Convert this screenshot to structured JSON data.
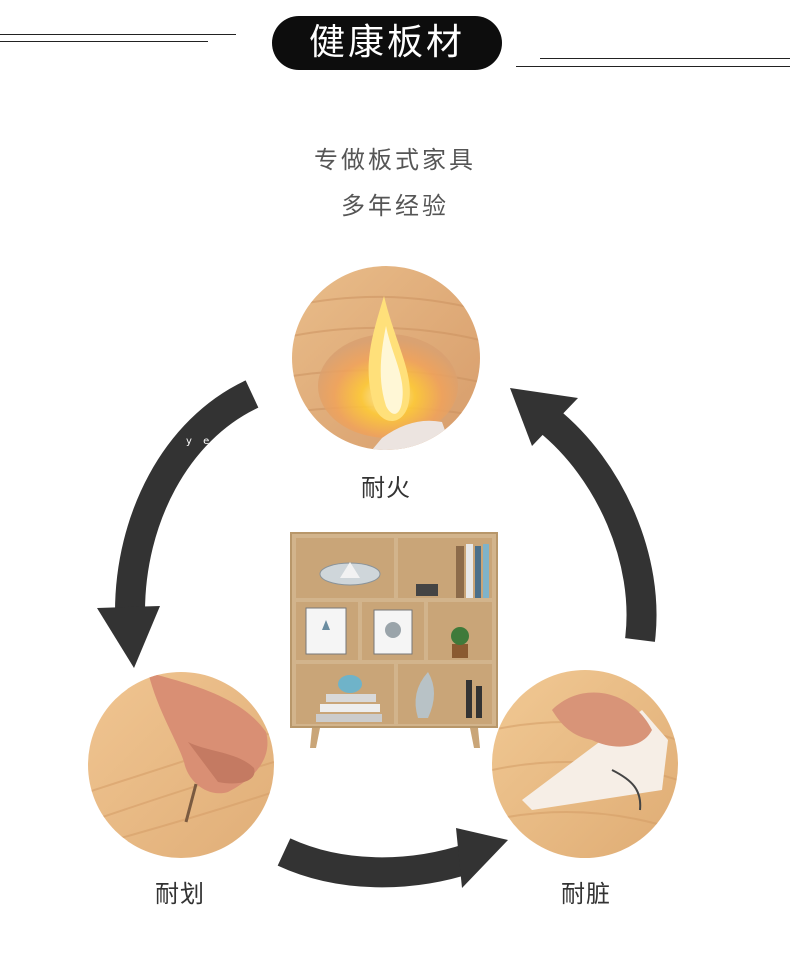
{
  "header": {
    "title": "健康板材"
  },
  "intro": {
    "line1": "专做板式家具",
    "line2": "多年经验"
  },
  "features": [
    {
      "label": "耐火",
      "icon": "fire-wood-icon"
    },
    {
      "label": "耐划",
      "icon": "scratch-wood-icon"
    },
    {
      "label": "耐脏",
      "icon": "dirt-wood-icon"
    }
  ],
  "arrow_watermark": "y e",
  "colors": {
    "title_bg": "#0d0d0d",
    "arrow": "#333333",
    "wood": "#e6b98a"
  }
}
